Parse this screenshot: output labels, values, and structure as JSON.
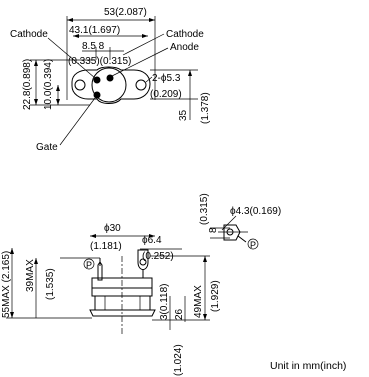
{
  "top_view": {
    "dims": {
      "overall_width": "53(2.087)",
      "hole_spacing": "43.1(1.697)",
      "pin_pitch": "8.5 8",
      "pin_pitch_inch": "(0.335)(0.315)",
      "mount_holes": "2-ϕ5.3",
      "mount_holes_inch": "(0.209)",
      "overall_height": "22.8(0.898)",
      "pin_offset": "10.0(0.394)",
      "body_height": "35",
      "body_height_inch": "(1.378)"
    },
    "labels": {
      "cathode_left": "Cathode",
      "cathode_right": "Cathode",
      "anode": "Anode",
      "gate": "Gate"
    }
  },
  "side_view": {
    "dims": {
      "body_dia": "ϕ30",
      "body_dia_inch": "(1.181)",
      "terminal_dia": "ϕ6.4",
      "terminal_dia_inch": "(0.252)",
      "max_height": "55MAX (2.165)",
      "max_39": "39MAX",
      "max_39_inch": "(1.535)",
      "dim_3": "3(0.118)",
      "dim_26": "26",
      "dim_26_inch": "(1.024)",
      "max_49": "49MAX",
      "max_49_inch": "(1.929)",
      "p_mark": "P"
    }
  },
  "detail_view": {
    "dims": {
      "hole_dia": "ϕ4.3(0.169)",
      "height": "8",
      "height_inch": "(0.315)",
      "p_mark": "P"
    }
  },
  "unit_note": "Unit in mm(inch)"
}
